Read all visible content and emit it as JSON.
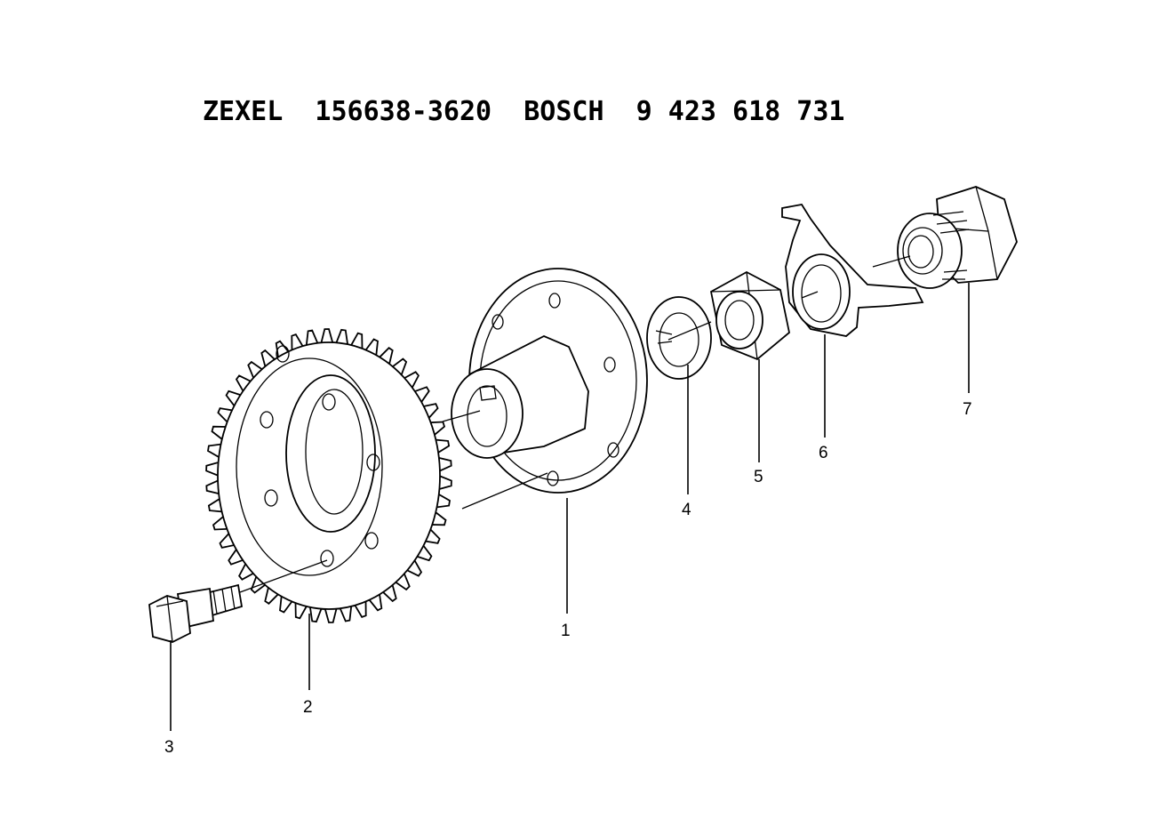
{
  "header": {
    "title": "ZEXEL  156638-3620  BOSCH  9 423 618 731"
  },
  "callouts": [
    {
      "id": "1",
      "label": "1"
    },
    {
      "id": "2",
      "label": "2"
    },
    {
      "id": "3",
      "label": "3"
    },
    {
      "id": "4",
      "label": "4"
    },
    {
      "id": "5",
      "label": "5"
    },
    {
      "id": "6",
      "label": "6"
    },
    {
      "id": "7",
      "label": "7"
    }
  ]
}
